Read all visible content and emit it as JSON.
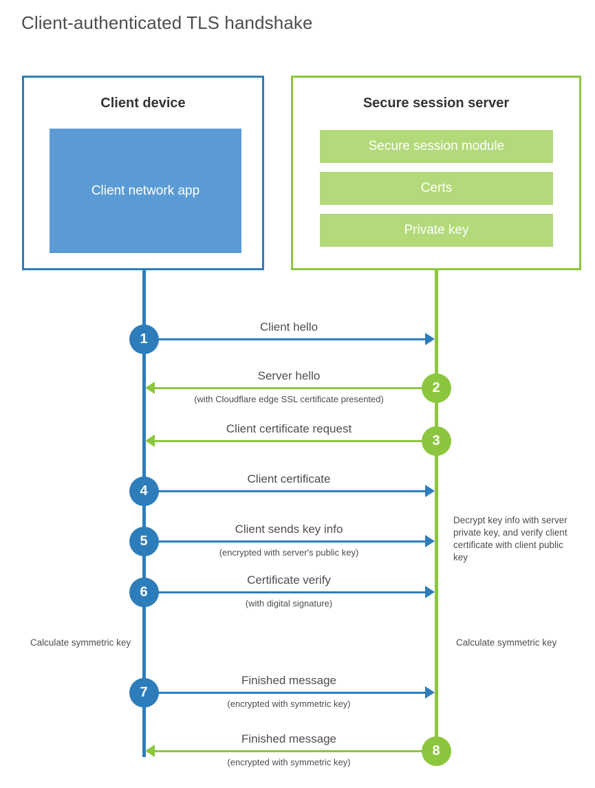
{
  "title": "Client-authenticated TLS handshake",
  "colors": {
    "client_blue": "#2d7dbb",
    "client_app_blue": "#5b9bd5",
    "server_green": "#8cc63e",
    "server_block_green": "#b3d97a",
    "text_gray": "#4d4d4d",
    "heading_gray": "#333333",
    "background": "#ffffff"
  },
  "actors": {
    "client": {
      "title": "Client device",
      "block": "Client network app"
    },
    "server": {
      "title": "Secure session server",
      "blocks": [
        "Secure session module",
        "Certs",
        "Private key"
      ]
    }
  },
  "steps": [
    {
      "number": "1",
      "label": "Client hello",
      "sub": "",
      "direction": "right",
      "color": "blue"
    },
    {
      "number": "2",
      "label": "Server hello",
      "sub": "(with Cloudflare edge SSL certificate presented)",
      "direction": "left",
      "color": "green"
    },
    {
      "number": "3",
      "label": "Client certificate request",
      "sub": "",
      "direction": "left",
      "color": "green"
    },
    {
      "number": "4",
      "label": "Client certificate",
      "sub": "",
      "direction": "right",
      "color": "blue"
    },
    {
      "number": "5",
      "label": "Client sends key info",
      "sub": "(encrypted with server's public key)",
      "direction": "right",
      "color": "blue"
    },
    {
      "number": "6",
      "label": "Certificate verify",
      "sub": "(with digital signature)",
      "direction": "right",
      "color": "blue"
    },
    {
      "number": "7",
      "label": "Finished message",
      "sub": "(encrypted with symmetric key)",
      "direction": "right",
      "color": "blue"
    },
    {
      "number": "8",
      "label": "Finished message",
      "sub": "(encrypted with symmetric key)",
      "direction": "left",
      "color": "green"
    }
  ],
  "notes": {
    "decrypt": "Decrypt key info with server private key, and verify client certificate with client public key",
    "calculate_client": "Calculate symmetric key",
    "calculate_server": "Calculate symmetric key"
  }
}
